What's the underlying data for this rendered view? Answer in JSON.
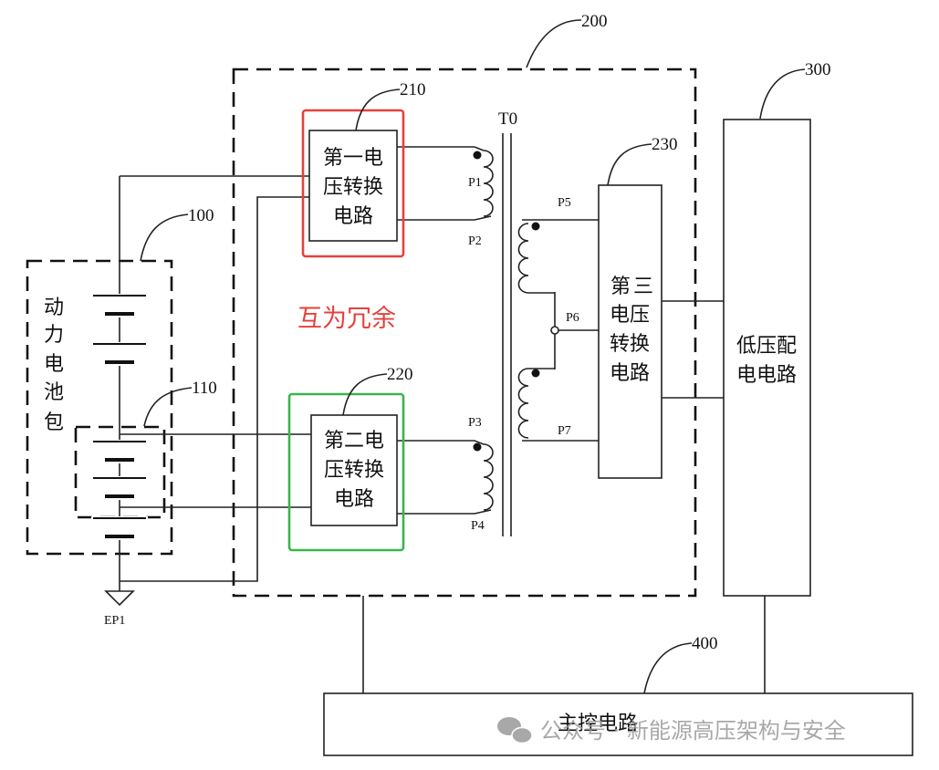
{
  "labels": {
    "ref_100": "100",
    "ref_110": "110",
    "ref_200": "200",
    "ref_210": "210",
    "ref_220": "220",
    "ref_230": "230",
    "ref_300": "300",
    "ref_400": "400",
    "transformer": "T0",
    "ground": "EP1"
  },
  "pins": {
    "p1": "P1",
    "p2": "P2",
    "p3": "P3",
    "p4": "P4",
    "p5": "P5",
    "p6": "P6",
    "p7": "P7"
  },
  "blocks": {
    "battery_pack": [
      "动",
      "力",
      "电",
      "池",
      "包"
    ],
    "converter1": [
      "第一电",
      "压转换",
      "电路"
    ],
    "converter2": [
      "第二电",
      "压转换",
      "电路"
    ],
    "converter3": [
      "第",
      "三",
      "电压",
      "转换",
      "电路"
    ],
    "low_voltage": [
      "低压配",
      "电电路"
    ],
    "main_control": "主控电路"
  },
  "annotation": "互为冗余",
  "watermark": "公众号 · 新能源高压架构与安全",
  "colors": {
    "highlight_red": "#e5413b",
    "highlight_green": "#3ab54a",
    "line": "#222222"
  }
}
